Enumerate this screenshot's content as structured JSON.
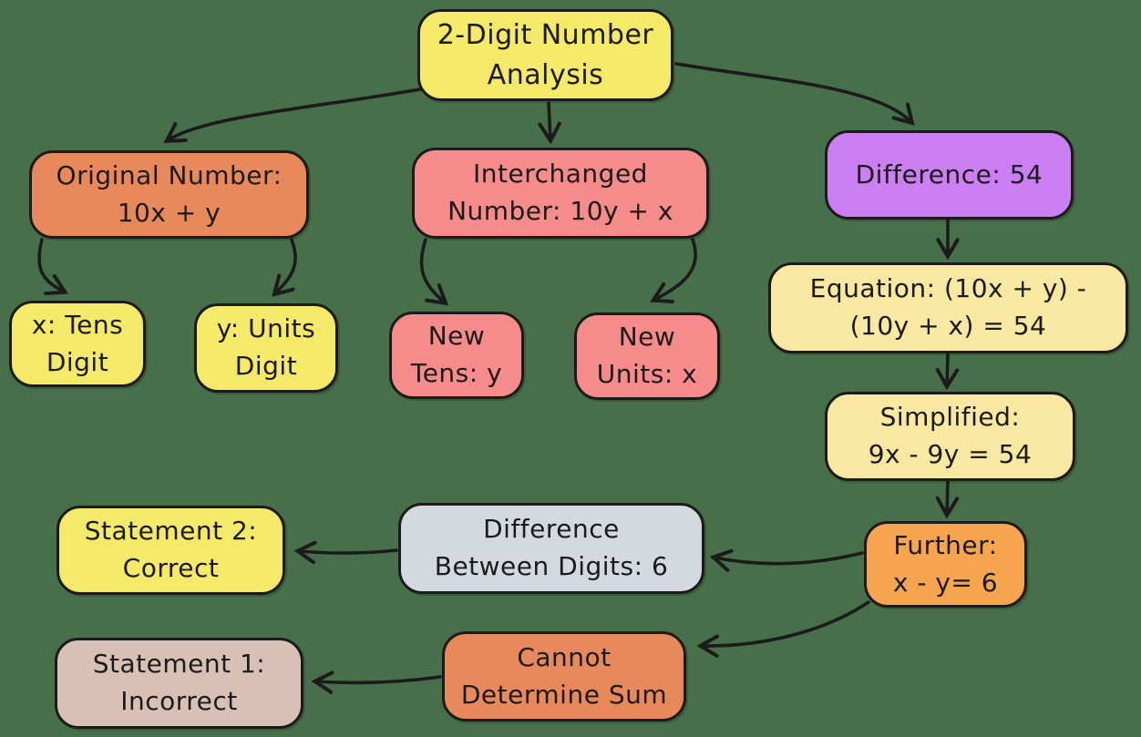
{
  "background_color": "#47704a",
  "stroke_color": "#1b1b1b",
  "chart_data": {
    "type": "flowchart",
    "title": "2-Digit Number Analysis",
    "nodes": [
      {
        "id": "title",
        "label": "2-Digit Number\nAnalysis",
        "color": "#f4e968"
      },
      {
        "id": "original-number",
        "label": "Original Number:\n10x + y",
        "color": "#e8895c"
      },
      {
        "id": "interchanged-number",
        "label": "Interchanged\nNumber: 10y + x",
        "color": "#f68b8b"
      },
      {
        "id": "difference",
        "label": "Difference: 54",
        "color": "#cc7ff2"
      },
      {
        "id": "tens-digit",
        "label": "x: Tens\nDigit",
        "color": "#f4e968"
      },
      {
        "id": "units-digit",
        "label": "y: Units\nDigit",
        "color": "#f4e968"
      },
      {
        "id": "new-tens",
        "label": "New\nTens: y",
        "color": "#f68b8b"
      },
      {
        "id": "new-units",
        "label": "New\nUnits: x",
        "color": "#f68b8b"
      },
      {
        "id": "equation",
        "label": "Equation: (10x + y) -\n(10y + x) = 54",
        "color": "#f8e8a2"
      },
      {
        "id": "simplified",
        "label": "Simplified:\n9x - 9y = 54",
        "color": "#f8e8a2"
      },
      {
        "id": "further",
        "label": "Further:\nx - y= 6",
        "color": "#f7a44f"
      },
      {
        "id": "difference-between-digits",
        "label": "Difference\nBetween Digits: 6",
        "color": "#d4d9e0"
      },
      {
        "id": "statement-2",
        "label": "Statement 2:\nCorrect",
        "color": "#f4e968"
      },
      {
        "id": "cannot-determine-sum",
        "label": "Cannot\nDetermine Sum",
        "color": "#e8895c"
      },
      {
        "id": "statement-1",
        "label": "Statement 1:\nIncorrect",
        "color": "#d9c0b4"
      }
    ],
    "edges": [
      {
        "from": "title",
        "to": "original-number"
      },
      {
        "from": "title",
        "to": "interchanged-number"
      },
      {
        "from": "title",
        "to": "difference"
      },
      {
        "from": "original-number",
        "to": "tens-digit"
      },
      {
        "from": "original-number",
        "to": "units-digit"
      },
      {
        "from": "interchanged-number",
        "to": "new-tens"
      },
      {
        "from": "interchanged-number",
        "to": "new-units"
      },
      {
        "from": "difference",
        "to": "equation"
      },
      {
        "from": "equation",
        "to": "simplified"
      },
      {
        "from": "simplified",
        "to": "further"
      },
      {
        "from": "further",
        "to": "difference-between-digits"
      },
      {
        "from": "difference-between-digits",
        "to": "statement-2"
      },
      {
        "from": "further",
        "to": "cannot-determine-sum"
      },
      {
        "from": "cannot-determine-sum",
        "to": "statement-1"
      }
    ]
  }
}
